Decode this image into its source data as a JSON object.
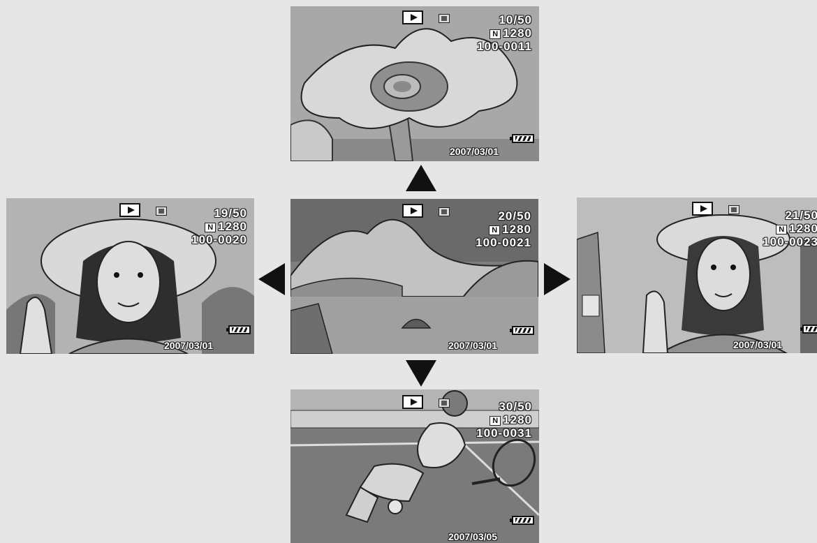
{
  "screens": {
    "top": {
      "counter": "10/50",
      "quality": "N",
      "size": "1280",
      "file": "100-0011",
      "date": "2007/03/01"
    },
    "left": {
      "counter": "19/50",
      "quality": "N",
      "size": "1280",
      "file": "100-0020",
      "date": "2007/03/01"
    },
    "center": {
      "counter": "20/50",
      "quality": "N",
      "size": "1280",
      "file": "100-0021",
      "date": "2007/03/01"
    },
    "right": {
      "counter": "21/50",
      "quality": "N",
      "size": "1280",
      "file": "100-0023",
      "date": "2007/03/01"
    },
    "bottom": {
      "counter": "30/50",
      "quality": "N",
      "size": "1280",
      "file": "100-0031",
      "date": "2007/03/05"
    }
  },
  "icons": {
    "playback": "play-mode-icon",
    "card": "sd-card-icon",
    "battery": "battery-icon",
    "nav_up": "up-arrow",
    "nav_down": "down-arrow",
    "nav_left": "left-arrow",
    "nav_right": "right-arrow"
  },
  "colors": {
    "background": "#e6e6e6",
    "arrow": "#111111",
    "osd_text": "#ffffff"
  }
}
